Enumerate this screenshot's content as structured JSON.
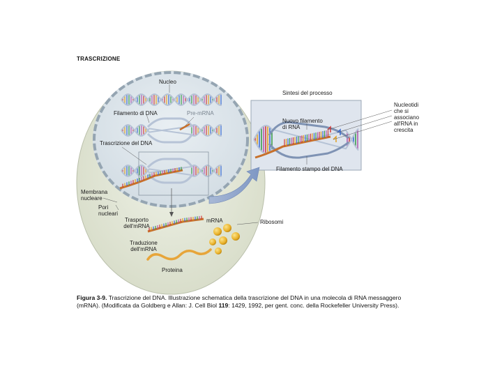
{
  "figure": {
    "title": "TRASCRIZIONE",
    "labels": {
      "nucleus": "Nucleo",
      "dna_strand": "Filamento di DNA",
      "pre_mrna": "Pre-mRNA",
      "dna_transcription": "Trascrizione del DNA",
      "nuclear_membrane": "Membrana\nnucleare",
      "nuclear_pores": "Pori\nnucleari",
      "mrna_transport": "Trasporto\ndell'mRNA",
      "mrna": "mRNA",
      "ribosomes": "Ribosomi",
      "mrna_translation": "Traduzione\ndell'mRNA",
      "protein": "Proteina",
      "process_synthesis": "Sintesi del processo",
      "new_rna_strand": "Nuovo filamento\ndi RNA",
      "nucleotides": "Nucleotidi\nche si\nassociano\nall'RNA in\ncrescita",
      "template_strand": "Filamento stampo del DNA"
    }
  },
  "caption": {
    "label": "Figura 3-9.",
    "title": "Trascrizione del DNA.",
    "text": "Illustrazione schematica della trascrizione del DNA in una molecola di RNA messaggero (mRNA). (Modificata da Goldberg e Allan: J. Cell Biol",
    "volume": "119",
    "text_end": ": 1429, 1992, per gent. conc. della Rockefeller University Press)."
  },
  "colors": {
    "cell": "#e6eadb",
    "nucleus": "#dfe7ec",
    "membrane": "#9aa9b4",
    "dna_backbone": "#b6c3d6",
    "rna": "#c7702b",
    "ribosome": "#e9b12a",
    "protein": "#e7a53a",
    "inset_bg": "#dfe5ee"
  }
}
